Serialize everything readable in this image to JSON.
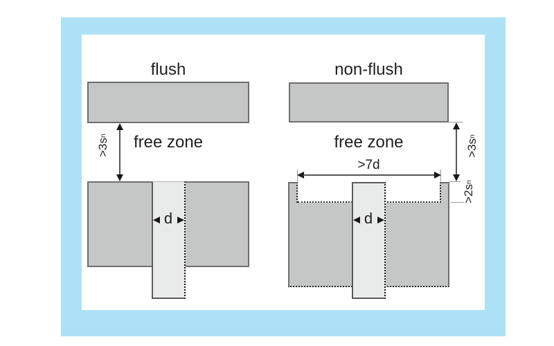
{
  "figure": {
    "left": {
      "title": "flush",
      "free_zone": "free zone",
      "clearance": {
        "base": ">3s",
        "sub": "n"
      },
      "diameter": "d"
    },
    "right": {
      "title": "non-flush",
      "free_zone": "free zone",
      "clearance": {
        "base": ">3s",
        "sub": "n"
      },
      "recess_width": ">7d",
      "protrusion": {
        "base": ">2s",
        "sub": "n"
      },
      "diameter": "d"
    },
    "colors": {
      "frame": "#aee1f6",
      "metal_fill": "#c5c7c7",
      "metal_border": "#6e6e6e",
      "sensor_fill": "#e9eaea",
      "dimension_line": "#555555",
      "leader_line": "#999999",
      "arrowhead": "#1a1a1a",
      "text": "#1f1f1f"
    }
  }
}
